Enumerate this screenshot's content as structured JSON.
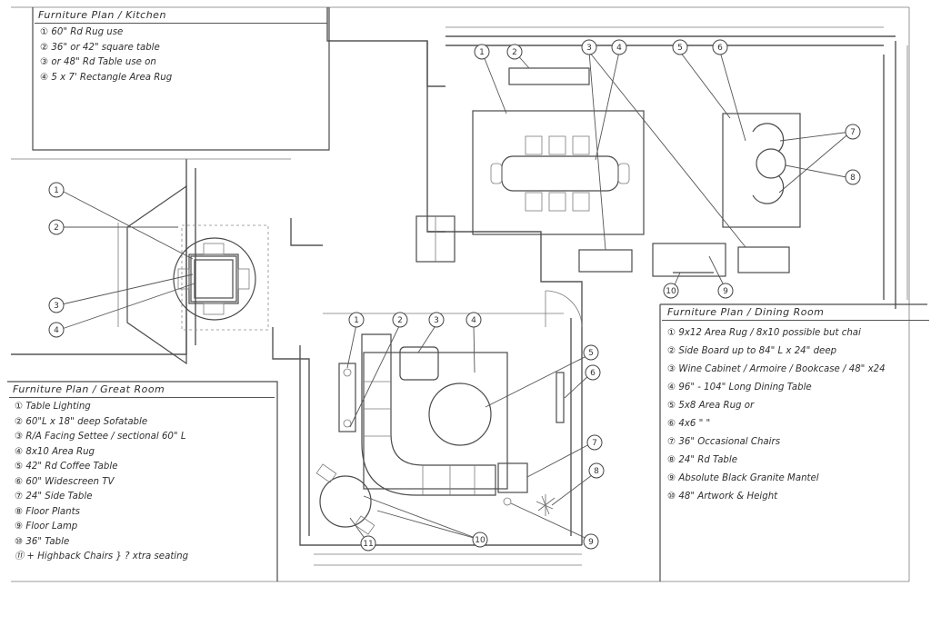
{
  "legends": {
    "kitchen": {
      "title": "Furniture Plan / Kitchen",
      "items": [
        "① 60\" Rd Rug use",
        "② 36\" or 42\" square table",
        "③ or 48\" Rd Table use on",
        "④ 5 x 7' Rectangle Area Rug"
      ]
    },
    "great_room": {
      "title": "Furniture Plan / Great Room",
      "items": [
        "① Table Lighting",
        "② 60\"L x 18\" deep Sofatable",
        "③ R/A Facing Settee / sectional 60\" L",
        "④ 8x10 Area Rug",
        "⑤ 42\" Rd Coffee Table",
        "⑥ 60\" Widescreen TV",
        "⑦ 24\" Side Table",
        "⑧ Floor Plants",
        "⑨ Floor Lamp",
        "⑩ 36\" Table",
        "⑪ + Highback Chairs } ? xtra seating"
      ]
    },
    "dining_room": {
      "title": "Furniture Plan / Dining Room",
      "items": [
        "① 9x12 Area Rug / 8x10 possible but chai",
        "② Side Board up to 84\" L x 24\" deep",
        "③ Wine Cabinet / Armoire / Bookcase / 48\" x24",
        "④ 96\" - 104\" Long Dining Table",
        "⑤ 5x8 Area Rug or",
        "⑥ 4x6       \"       \"",
        "⑦ 36\" Occasional Chairs",
        "⑧ 24\" Rd Table",
        "⑨ Absolute Black Granite Mantel",
        "⑩ 48\" Artwork & Height"
      ]
    }
  },
  "callouts": [
    {
      "id": "k1",
      "label": "1"
    },
    {
      "id": "k2",
      "label": "2"
    },
    {
      "id": "k3",
      "label": "3"
    },
    {
      "id": "k4",
      "label": "4"
    },
    {
      "id": "d1",
      "label": "1"
    },
    {
      "id": "d2",
      "label": "2"
    },
    {
      "id": "d3",
      "label": "3"
    },
    {
      "id": "d4",
      "label": "4"
    },
    {
      "id": "d5",
      "label": "5"
    },
    {
      "id": "d6",
      "label": "6"
    },
    {
      "id": "d7",
      "label": "7"
    },
    {
      "id": "d8",
      "label": "8"
    },
    {
      "id": "d9",
      "label": "9"
    },
    {
      "id": "d10",
      "label": "10"
    },
    {
      "id": "g1",
      "label": "1"
    },
    {
      "id": "g2",
      "label": "2"
    },
    {
      "id": "g3",
      "label": "3"
    },
    {
      "id": "g4",
      "label": "4"
    },
    {
      "id": "g5",
      "label": "5"
    },
    {
      "id": "g6",
      "label": "6"
    },
    {
      "id": "g7",
      "label": "7"
    },
    {
      "id": "g8",
      "label": "8"
    },
    {
      "id": "g9",
      "label": "9"
    },
    {
      "id": "g10",
      "label": "10"
    },
    {
      "id": "g11",
      "label": "11"
    }
  ]
}
